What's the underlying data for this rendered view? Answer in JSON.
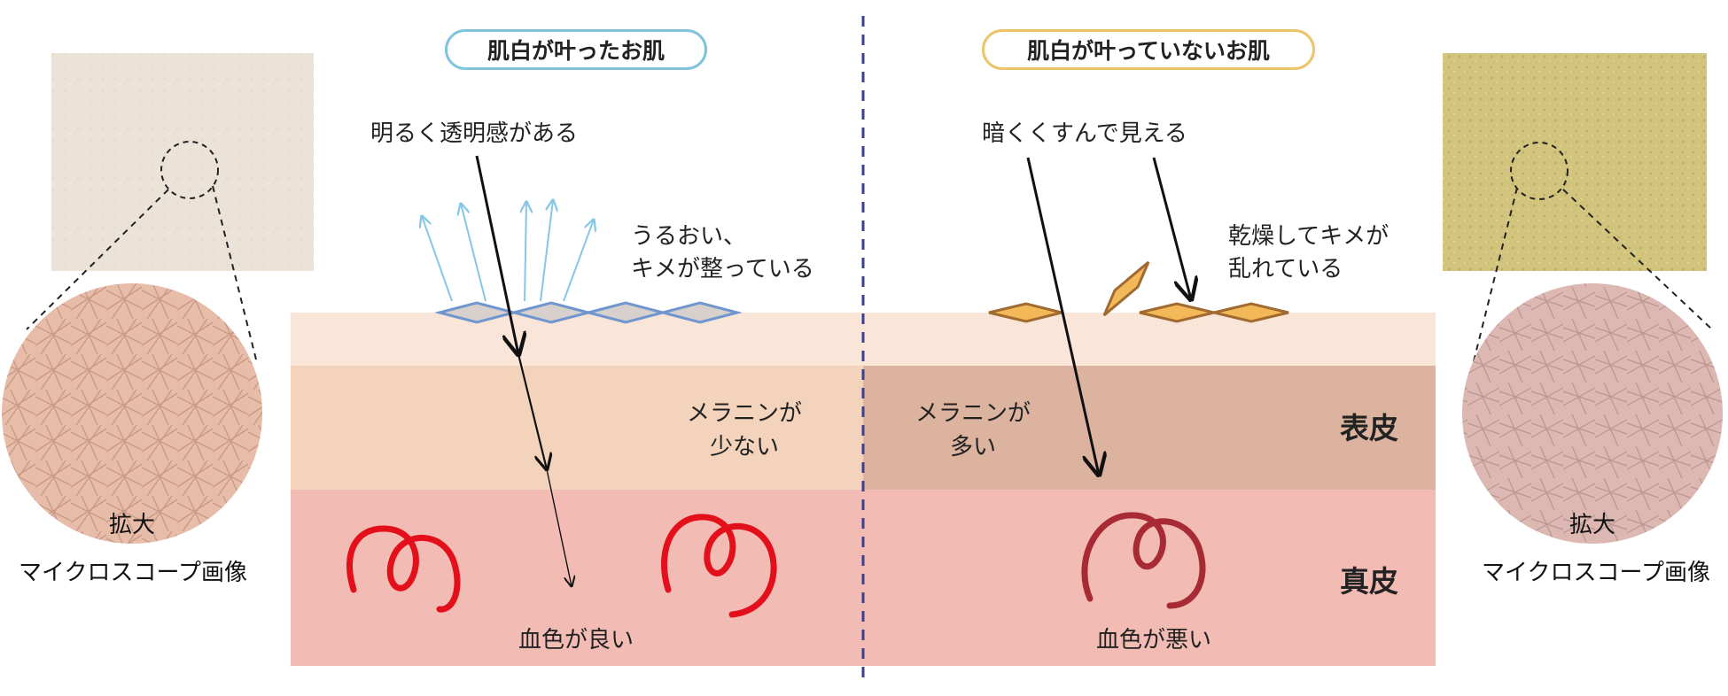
{
  "colors": {
    "epidermis_top": "#fae6d8",
    "epidermis_good": "#f3d3bb",
    "epidermis_bad": "#dcb39f",
    "dermis": "#f2bcb5",
    "divider": "#3d3f8c",
    "scale_good_fill": "#d7d0cc",
    "scale_good_stroke": "#6f96cf",
    "scale_bad_fill": "#f3b858",
    "scale_bad_stroke": "#a06a30",
    "ray": "#86c7e6",
    "vessel_good": "#e3101b",
    "vessel_bad": "#a82a35",
    "photo_good": "#ebe3d8",
    "photo_bad": "#d2c47c",
    "micro_good": "#e7bca8",
    "micro_bad": "#ddb7b2"
  },
  "left": {
    "heading": "肌白が叶ったお肌",
    "light_label": "明るく透明感がある",
    "surface_label_1": "うるおい、",
    "surface_label_2": "キメが整っている",
    "melanin_label_1": "メラニンが",
    "melanin_label_2": "少ない",
    "blood_label": "血色が良い",
    "zoom_label": "拡大",
    "photo_caption": "マイクロスコープ画像"
  },
  "right": {
    "heading": "肌白が叶っていないお肌",
    "light_label": "暗くくすんで見える",
    "surface_label_1": "乾燥してキメが",
    "surface_label_2": "乱れている",
    "melanin_label_1": "メラニンが",
    "melanin_label_2": "多い",
    "blood_label": "血色が悪い",
    "zoom_label": "拡大",
    "photo_caption": "マイクロスコープ画像"
  },
  "layers": {
    "epidermis": "表皮",
    "dermis": "真皮"
  }
}
